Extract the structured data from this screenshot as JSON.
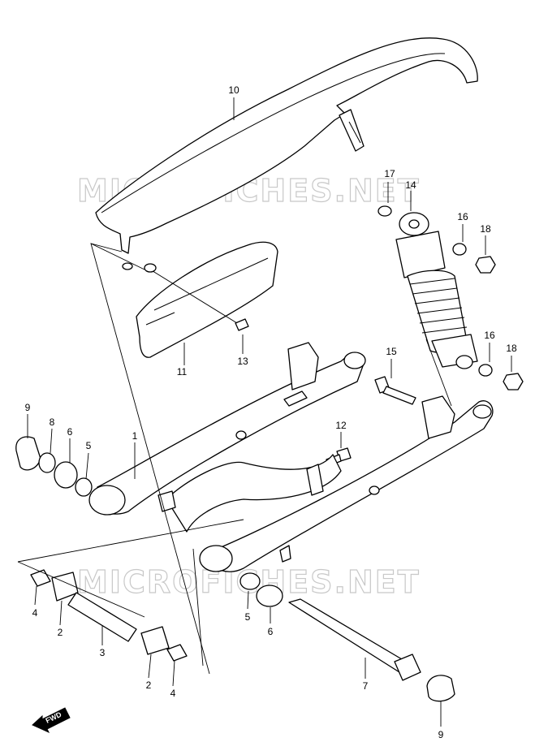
{
  "watermark": {
    "top": "MICROFICHES.NET",
    "bottom": "MICROFICHES.NET"
  },
  "fwd": {
    "label": "FWD"
  },
  "callouts": {
    "c1": "1",
    "c2a": "2",
    "c2b": "2",
    "c3": "3",
    "c4a": "4",
    "c4b": "4",
    "c5a": "5",
    "c5b": "5",
    "c6a": "6",
    "c6b": "6",
    "c7": "7",
    "c8": "8",
    "c9a": "9",
    "c9b": "9",
    "c10": "10",
    "c11": "11",
    "c12": "12",
    "c13": "13",
    "c14": "14",
    "c15": "15",
    "c16a": "16",
    "c16b": "16",
    "c17": "17",
    "c18a": "18",
    "c18b": "18"
  }
}
